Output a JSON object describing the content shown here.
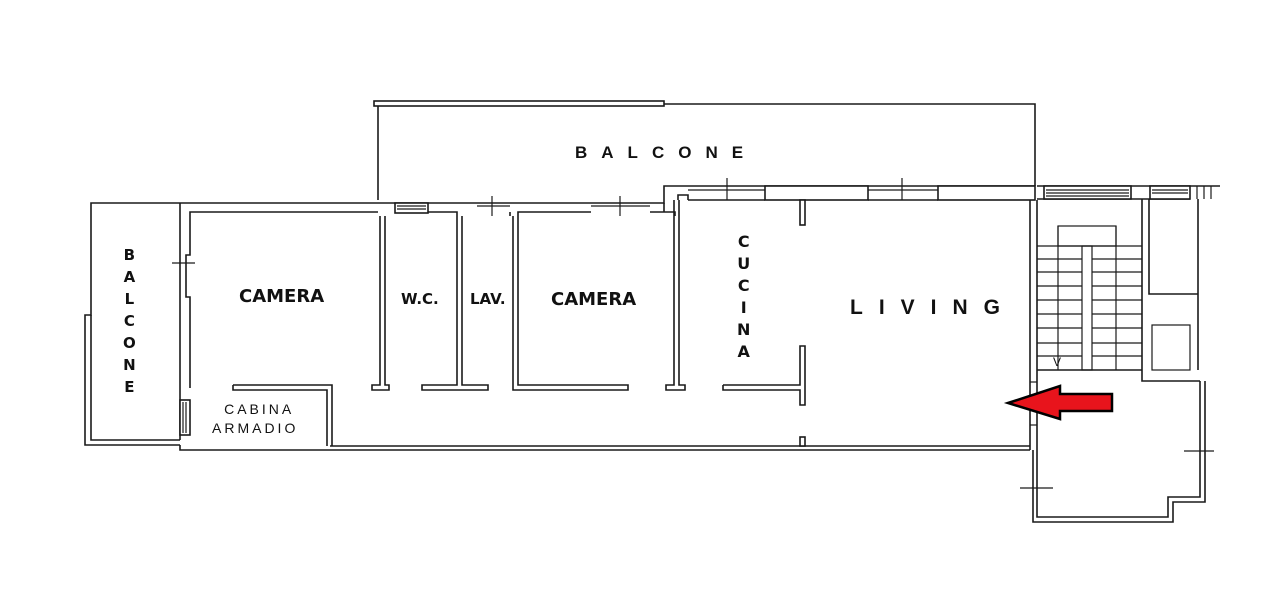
{
  "floor_plan": {
    "rooms": [
      {
        "id": "balcone-top",
        "label": "BALCONE",
        "orientation": "horizontal"
      },
      {
        "id": "balcone-left",
        "label": "BALCONE",
        "orientation": "vertical"
      },
      {
        "id": "camera-1",
        "label": "CAMERA"
      },
      {
        "id": "wc",
        "label": "W.C."
      },
      {
        "id": "lav",
        "label": "LAV."
      },
      {
        "id": "camera-2",
        "label": "CAMERA"
      },
      {
        "id": "cucina",
        "label": "CUCINA",
        "orientation": "vertical"
      },
      {
        "id": "living",
        "label": "LIVING"
      },
      {
        "id": "cabina-armadio",
        "label_line1": "CABINA",
        "label_line2": "ARMADIO"
      }
    ],
    "entrance_arrow": {
      "direction": "left",
      "color": "#e8141c",
      "outline": "#000000"
    },
    "stair_marker": "V",
    "colors": {
      "walls": "#1a1a1a",
      "background": "#ffffff"
    }
  }
}
